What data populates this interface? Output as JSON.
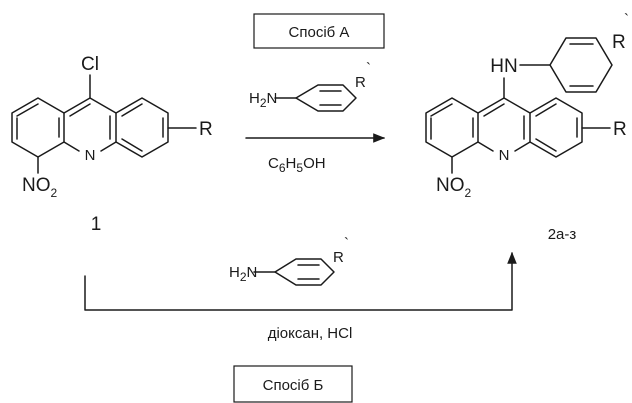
{
  "method_a": {
    "label": "Спосіб А"
  },
  "method_b": {
    "label": "Спосіб Б"
  },
  "reactant": {
    "compound_number": "1",
    "chloro": "Cl",
    "nitrogen": "N",
    "nitro": {
      "main": "NO",
      "sub": "2"
    },
    "substituent": "R"
  },
  "reagent_aniline": {
    "amine": {
      "main": "H",
      "sub": "2",
      "tail": "N"
    },
    "substituent": "R",
    "prime": "`"
  },
  "condition_a": {
    "solvent": {
      "c": "C",
      "c_sub": "6",
      "h": "H",
      "h_sub": "5",
      "oh": "OH"
    }
  },
  "condition_b": {
    "text": "діоксан, HCl"
  },
  "product": {
    "label": "2а-з",
    "amino": "HN",
    "nitrogen": "N",
    "nitro": {
      "main": "NO",
      "sub": "2"
    },
    "substituent": "R",
    "aryl_substituent": "R",
    "prime": "`"
  }
}
